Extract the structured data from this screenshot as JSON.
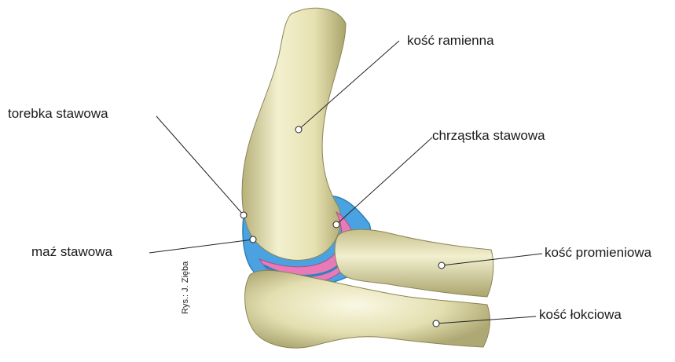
{
  "labels": {
    "humerus": "kość ramienna",
    "capsule": "torebka stawowa",
    "cartilage": "chrząstka stawowa",
    "synovial_fluid": "maź stawowa",
    "radius": "kość promieniowa",
    "ulna": "kość łokciowa"
  },
  "credit": "Rys.: J. Zięba",
  "colors": {
    "bone": "#e8e4b8",
    "bone_shadow": "#b9b27a",
    "capsule_fluid": "#4aa3e0",
    "cartilage": "#e87ab8",
    "leader_line": "#222222"
  }
}
